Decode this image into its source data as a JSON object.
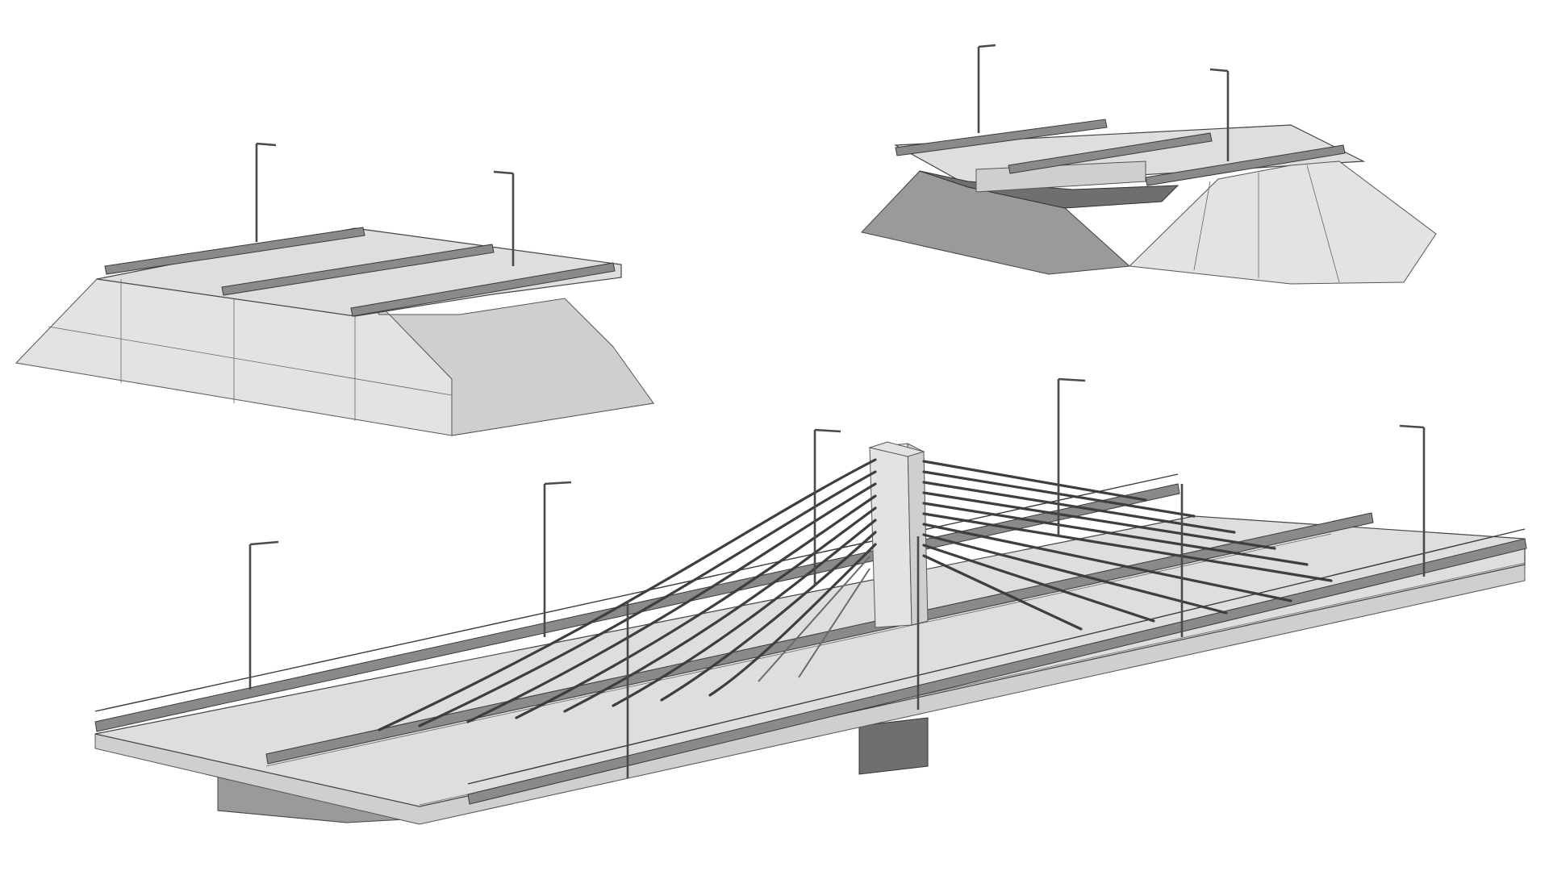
{
  "scene": {
    "components": [
      {
        "id": "abutment-left",
        "kind": "bridge abutment with wing walls"
      },
      {
        "id": "abutment-right",
        "kind": "bridge abutment with deck end"
      },
      {
        "id": "cable-stayed-bridge",
        "kind": "single-pylon cable-stayed bridge"
      }
    ],
    "colors": {
      "background": "#ffffff",
      "concrete_light": "#e3e3e3",
      "concrete_mid": "#cfcfcf",
      "concrete_shadow": "#9a9a9a",
      "concrete_deep": "#6f6f6f",
      "steel": "#3e3e3e"
    },
    "render_style": "grayscale wireframe-shaded 3D model"
  }
}
